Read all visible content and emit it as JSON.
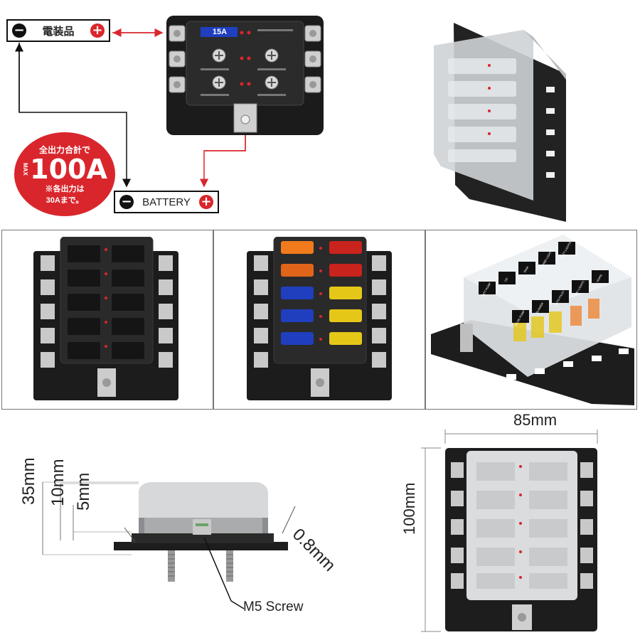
{
  "top_diagram": {
    "load_box": {
      "label": "電装品",
      "minus": "−",
      "plus": "+"
    },
    "battery_box": {
      "label": "BATTERY",
      "minus": "−",
      "plus": "+"
    },
    "fuse_rating": "15A",
    "badge": {
      "max": "MAX",
      "value": "100A",
      "line1": "全出力合計で",
      "note1": "※各出力は",
      "note2": "30Aまで。"
    }
  },
  "cover_labels": [
    "BATT LIGHTS",
    "HAZARD LIGHTS",
    "TRIM",
    "CD",
    "BATT PUMP",
    "HORN",
    "NAV LIGHTS",
    "AUTO PILOT",
    "BLOWER",
    "BILGE PUMP"
  ],
  "dimensions": {
    "width": "85mm",
    "height": "100mm",
    "depth_total": "35mm",
    "depth_mid": "10mm",
    "depth_small": "5mm",
    "thickness": "0.8mm",
    "screw": "M5 Screw"
  },
  "colors": {
    "red": "#d9262c",
    "black": "#111111",
    "orange": "#f07a1c",
    "blue": "#1f3fbf",
    "yellow": "#e5c718",
    "fuse_red": "#c9231d"
  }
}
